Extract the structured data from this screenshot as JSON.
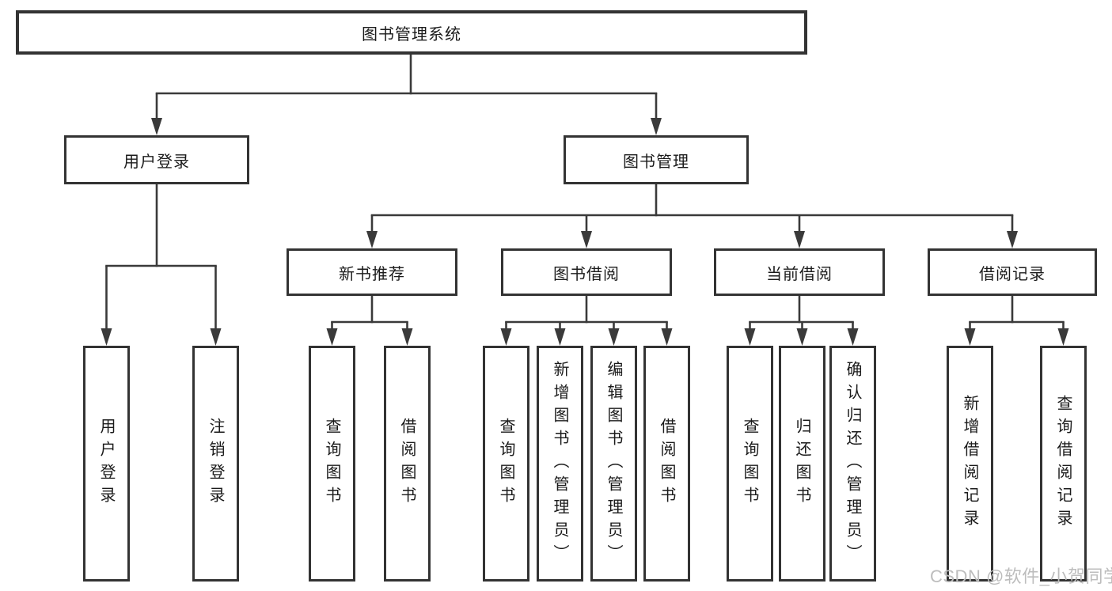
{
  "diagram": {
    "root": {
      "label": "图书管理系统"
    },
    "branches": {
      "user_login": {
        "label": "用户登录",
        "children": {
          "login": {
            "label": "用户登录"
          },
          "logout": {
            "label": "注销登录"
          }
        }
      },
      "book_management": {
        "label": "图书管理",
        "children": {
          "new_book_recommend": {
            "label": "新书推荐",
            "children": {
              "query_book": {
                "label": "查询图书"
              },
              "borrow_book": {
                "label": "借阅图书"
              }
            }
          },
          "book_borrowing": {
            "label": "图书借阅",
            "children": {
              "query_book": {
                "label": "查询图书"
              },
              "add_book": {
                "label": "新增图书（管理员）"
              },
              "edit_book": {
                "label": "编辑图书（管理员）"
              },
              "borrow_book": {
                "label": "借阅图书"
              }
            }
          },
          "current_borrowing": {
            "label": "当前借阅",
            "children": {
              "query_book": {
                "label": "查询图书"
              },
              "return_book": {
                "label": "归还图书"
              },
              "confirm_return": {
                "label": "确认归还（管理员）"
              }
            }
          },
          "borrow_records": {
            "label": "借阅记录",
            "children": {
              "add_record": {
                "label": "新增借阅记录"
              },
              "query_record": {
                "label": "查询借阅记录"
              }
            }
          }
        }
      }
    }
  },
  "watermark": {
    "label": "CSDN @软件_小贺同学"
  },
  "colors": {
    "line": "#3a3a3a",
    "box_border": "#333333",
    "text": "#1b1b1b",
    "watermark": "#bdbdbd",
    "background": "#ffffff"
  }
}
